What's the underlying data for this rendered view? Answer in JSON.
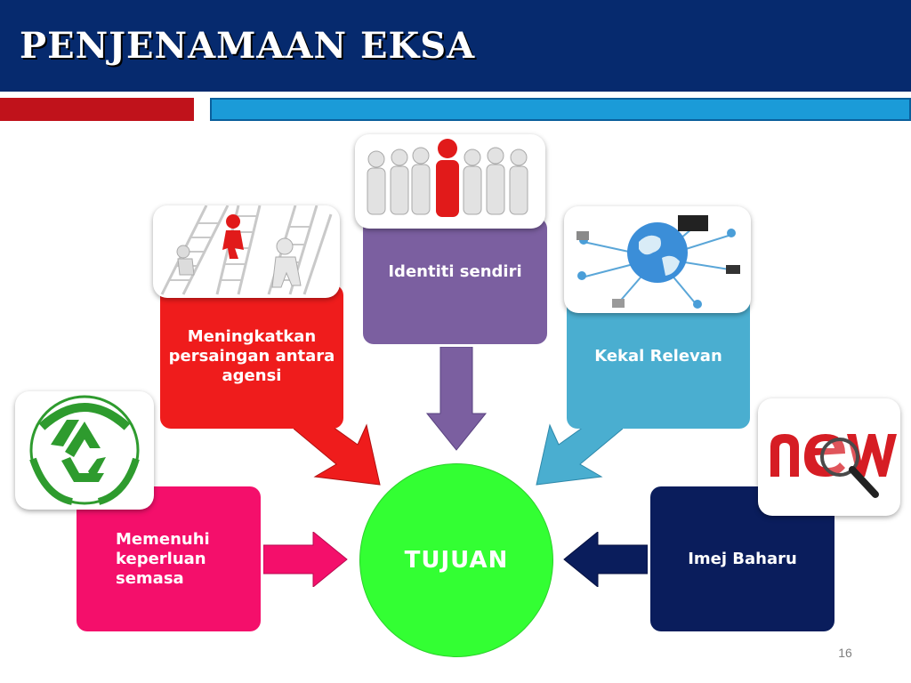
{
  "slide": {
    "title": "PENJENAMAAN EKSA",
    "page_number": "16"
  },
  "diagram": {
    "center": {
      "label": "TUJUAN",
      "color": "#33ff33"
    },
    "boxes": [
      {
        "label": "Memenuhi keperluan semasa",
        "lines": [
          "Memenuhi",
          "keperluan",
          "semasa"
        ],
        "color": "#f40f6b",
        "image": "recycle-icon"
      },
      {
        "label": "Meningkatkan persaingan antara agensi",
        "lines": [
          "Meningkatkan",
          "persaingan antara",
          "agensi"
        ],
        "color": "#ef1c1c",
        "image": "ladder-race-icon"
      },
      {
        "label": "Identiti sendiri",
        "lines": [
          "Identiti sendiri"
        ],
        "color": "#7b5fa0",
        "image": "leader-people-icon"
      },
      {
        "label": "Kekal Relevan",
        "lines": [
          "Kekal Relevan"
        ],
        "color": "#4aaed0",
        "image": "globe-network-icon"
      },
      {
        "label": "Imej Baharu",
        "lines": [
          "Imej Baharu"
        ],
        "color": "#0a1d5c",
        "image": "new-magnifier-icon"
      }
    ]
  },
  "colors": {
    "header_bg": "#062a6e",
    "accent_red": "#c0121b",
    "accent_blue": "#1b9bd8"
  }
}
